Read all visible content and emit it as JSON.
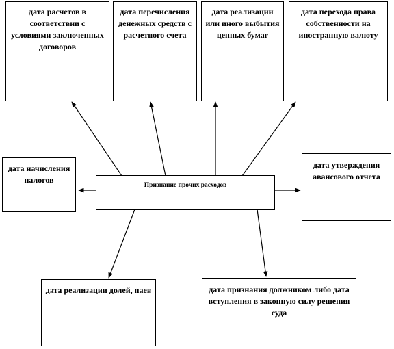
{
  "center": {
    "label": "Признание прочих расходов"
  },
  "nodes": {
    "settlement_date": "дата расчетов в соответствии с условиями заключенных договоров",
    "transfer_date": "дата перечисления денежных средств с расчетного счета",
    "securities_date": "дата реализации или иного выбытия ценных бумаг",
    "currency_date": "дата перехода права собственности на иностранную валюту",
    "tax_date": "дата начисления налогов",
    "report_date": "дата утверждения авансового отчета",
    "shares_date": "дата реализации долей, паев",
    "court_date": "дата признания должником либо дата вступления в законную силу решения суда"
  },
  "colors": {
    "line": "#000000",
    "background": "#ffffff"
  }
}
